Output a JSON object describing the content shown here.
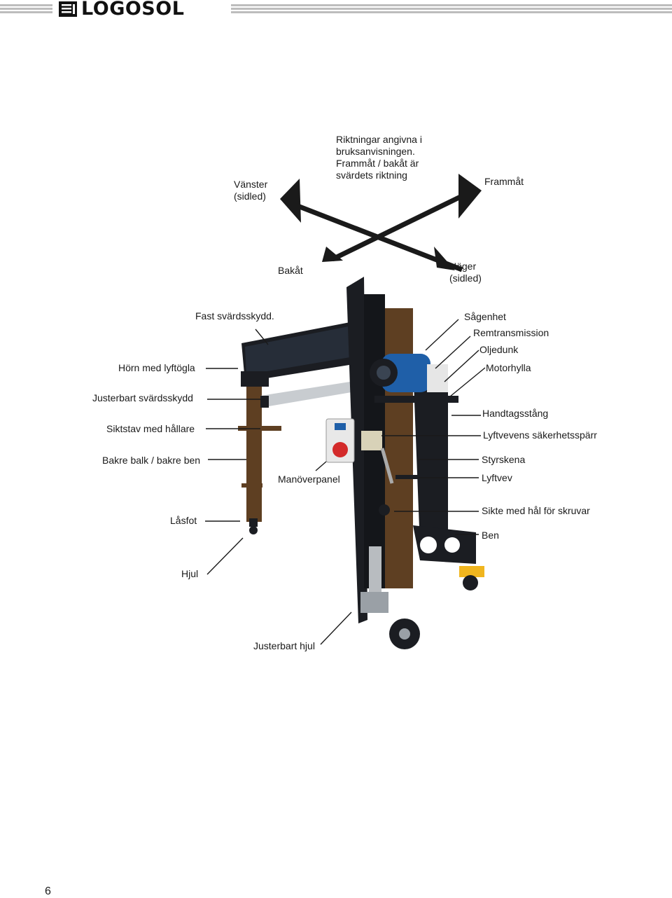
{
  "header": {
    "logo_text": "LOGOSOL",
    "stripe_color": "#bdbdbd"
  },
  "directions": {
    "note": "Riktningar angivna i bruksanvisningen. Frammåt / bakåt är svärdets riktning",
    "left": "Vänster\n(sidled)",
    "forward": "Frammåt",
    "back": "Bakåt",
    "right": "Höger\n(sidled)"
  },
  "labels": {
    "fixed_guard": "Fast svärdsskydd.",
    "corner_lifting_eye": "Hörn med lyftögla",
    "adjustable_guard": "Justerbart svärdsskydd",
    "sight_rod": "Siktstav med hållare",
    "rear_beam": "Bakre balk / bakre ben",
    "control_panel": "Manöverpanel",
    "lock_foot": "Låsfot",
    "wheel": "Hjul",
    "adjustable_wheel": "Justerbart hjul",
    "saw_unit": "Sågenhet",
    "belt_transmission": "Remtransmission",
    "oil_can": "Oljedunk",
    "motor_shelf": "Motorhylla",
    "handle_bar": "Handtagsstång",
    "crank_lock": "Lyftvevens säkerhetsspärr",
    "guide_rail": "Styrskena",
    "lift_crank": "Lyftvev",
    "sight_holes": "Sikte med hål för skruvar",
    "leg": "Ben"
  },
  "page_number": "6",
  "colors": {
    "frame_black": "#1b1d22",
    "frame_brown": "#5e3f22",
    "guide_bar": "#c8ccd0",
    "motor_blue": "#1f5fa8",
    "panel_red": "#d32a2a",
    "wheel_yellow": "#f0b51e"
  }
}
